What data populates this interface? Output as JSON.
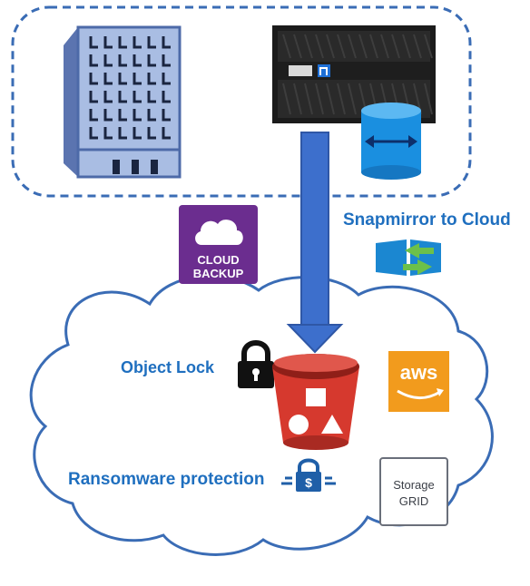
{
  "labels": {
    "snapmirror": "Snapmirror to Cloud",
    "object_lock": "Object Lock",
    "ransomware": "Ransomware protection"
  },
  "badges": {
    "cloud_backup_line1": "CLOUD",
    "cloud_backup_line2": "BACKUP",
    "aws": "aws",
    "storagegrid_line1": "Storage",
    "storagegrid_line2": "GRID"
  },
  "colors": {
    "label_blue": "#1f6fbf",
    "dashed_border": "#3a6cb5",
    "arrow_blue": "#3d6fcc",
    "cloud_backup_purple": "#6b2d8f",
    "aws_orange": "#f29b1d",
    "bucket_red": "#d6392e",
    "cloud_outline": "#3a6cb5"
  },
  "icons": [
    "office-building-icon",
    "storage-array-icon",
    "database-sync-icon",
    "cloud-backup-badge-icon",
    "snapmirror-icon",
    "padlock-icon",
    "s3-bucket-icon",
    "aws-logo-icon",
    "storagegrid-badge-icon",
    "ransomware-shield-icon"
  ]
}
